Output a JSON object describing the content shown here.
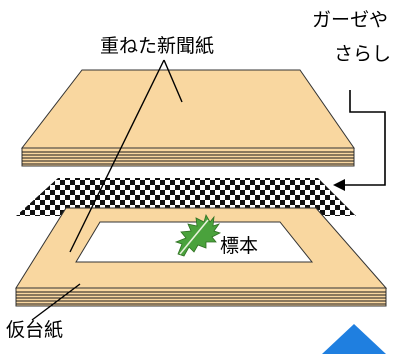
{
  "labels": {
    "stacked_newspaper": "重ねた新聞紙",
    "gauze_line1": "ガーゼや",
    "gauze_line2": "さらし",
    "specimen": "標本",
    "temporary_paper": "仮台紙"
  },
  "colors": {
    "paper_fill": "#F9D7A0",
    "paper_edge_line": "#1a1a1a",
    "specimen_fill": "#4aa23c",
    "specimen_vein": "#e8f2dc",
    "corner_shape": "#1f7fe0"
  },
  "icons": [
    "fern-leaf-icon",
    "gauze-mesh-pattern",
    "arrow-right-icon"
  ]
}
